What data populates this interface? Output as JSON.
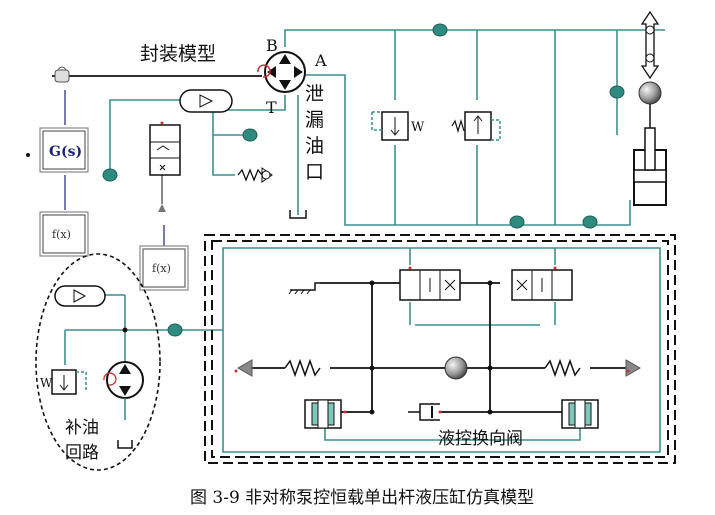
{
  "labels": {
    "model_encapsulated": "封装模型",
    "port_b": "B",
    "port_a": "A",
    "port_t": "T",
    "leak_line_1": "泄",
    "leak_line_2": "漏",
    "leak_line_3": "油",
    "leak_line_4": "口",
    "transfer_fn": "G(s)",
    "fx_block_1": "f(x)",
    "fx_block_2": "f(x)",
    "makeup_1": "补油",
    "makeup_2": "回路",
    "pilot_valve": "液控换向阀",
    "caption": "图 3-9 非对称泵控恒载单出杆液压缸仿真模型"
  },
  "colors": {
    "hydraulic_line": "#3a8f8f",
    "mech_line": "#111111",
    "junction": "#2f8a80",
    "signal_line": "#1a237e",
    "port_marker": "#d32f2f"
  }
}
